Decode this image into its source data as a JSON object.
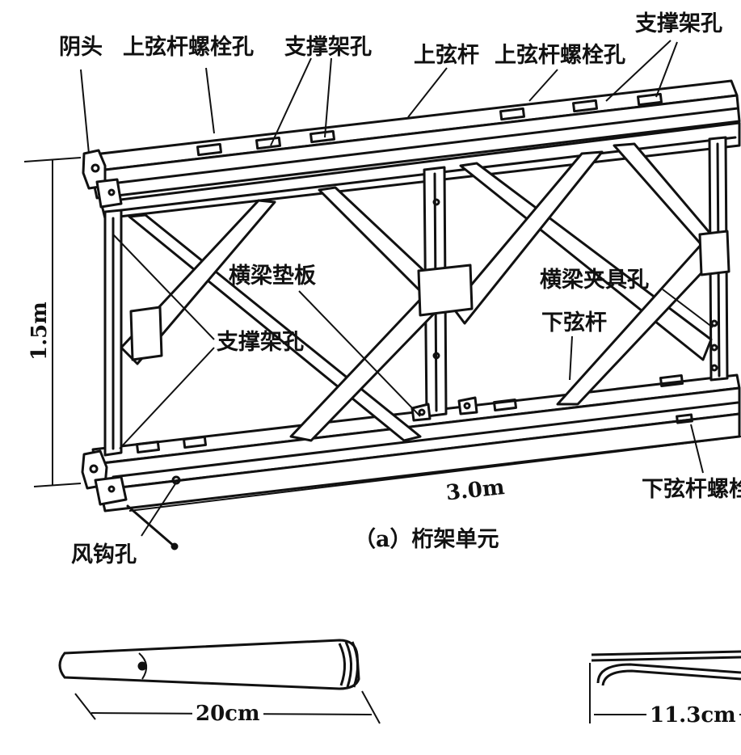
{
  "labels": {
    "female_head": "阴头",
    "top_chord_bolt_hole_left": "上弦杆螺栓孔",
    "brace_hole_top_left": "支撑架孔",
    "top_chord": "上弦杆",
    "top_chord_bolt_hole_right": "上弦杆螺栓孔",
    "brace_hole_top_right": "支撑架孔",
    "transom_pad": "横梁垫板",
    "transom_clamp_hole": "横梁夹具孔",
    "brace_hole_left": "支撑架孔",
    "bottom_chord": "下弦杆",
    "bottom_chord_bolt_partial": "下弦杆螺栓",
    "wind_hook_hole": "风钩孔"
  },
  "dimensions": {
    "height": "1.5m",
    "length": "3.0m",
    "pin_length": "20cm",
    "clip_length": "11.3cm"
  },
  "caption": "（a）桁架单元"
}
